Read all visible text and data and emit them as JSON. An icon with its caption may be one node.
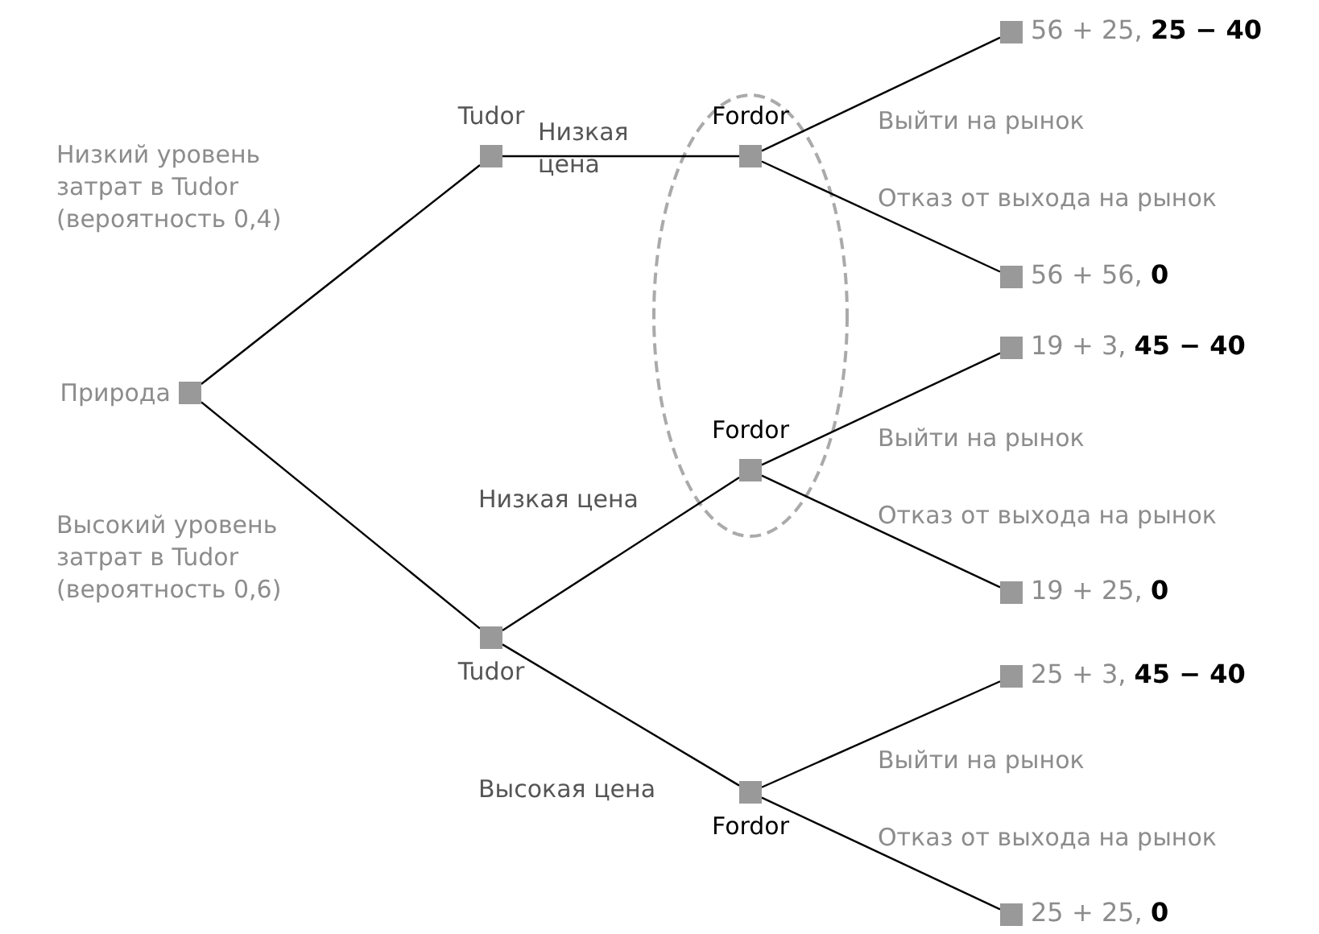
{
  "diagram": {
    "nodes": [
      {
        "text": [
          "Природа"
        ]
      },
      {
        "text": [
          "Tudor"
        ]
      },
      {
        "text": [
          "Tudor"
        ]
      },
      {
        "text": [
          "Fordor"
        ]
      },
      {
        "text": [
          "Fordor"
        ]
      },
      {
        "text": [
          "Fordor"
        ]
      },
      {
        "text": [
          "56 + 25, **25 − 40**"
        ]
      },
      {
        "text": [
          "56 + 56, **0**"
        ]
      },
      {
        "text": [
          "19 + 3, **45 − 40**"
        ]
      },
      {
        "text": [
          "19 + 25, **0**"
        ]
      },
      {
        "text": [
          "25 + 3, **45 − 40**"
        ]
      },
      {
        "text": [
          "25 + 25, **0**"
        ]
      }
    ],
    "edges": [
      {
        "from": 0,
        "to": 1,
        "arrow": "none",
        "label": "Низкий уровень затрат в Tudor (вероятность 0,4)"
      },
      {
        "from": 0,
        "to": 2,
        "arrow": "none",
        "label": "Высокий уровень затрат в Tudor (вероятность 0,6)"
      },
      {
        "from": 1,
        "to": 3,
        "arrow": "none",
        "label": "Низкая цена"
      },
      {
        "from": 2,
        "to": 4,
        "arrow": "none",
        "label": "Низкая цена"
      },
      {
        "from": 2,
        "to": 5,
        "arrow": "none",
        "label": "Высокая цена"
      },
      {
        "from": 3,
        "to": 6,
        "arrow": "none",
        "label": "Выйти на рынок"
      },
      {
        "from": 3,
        "to": 7,
        "arrow": "none",
        "label": "Отказ от выхода на рынок"
      },
      {
        "from": 4,
        "to": 8,
        "arrow": "none",
        "label": "Выйти на рынок"
      },
      {
        "from": 4,
        "to": 9,
        "arrow": "none",
        "label": "Отказ от выхода на рынок"
      },
      {
        "from": 5,
        "to": 10,
        "arrow": "none",
        "label": "Выйти на рынок"
      },
      {
        "from": 5,
        "to": 11,
        "arrow": "none",
        "label": "Отказ от выхода на рынок"
      }
    ]
  }
}
